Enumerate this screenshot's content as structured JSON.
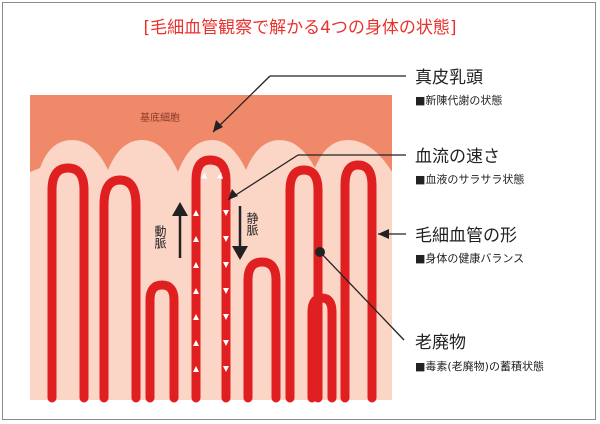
{
  "title": "[毛細血管観察で解かる4つの身体の状態]",
  "colors": {
    "title": "#e8322e",
    "epidermis": "#f0896a",
    "dermis": "#fbd5c5",
    "capillary": "#e02020",
    "text": "#222222"
  },
  "tissue": {
    "epidermis_label": "基底細胞",
    "vein_label": "静脈",
    "artery_label": "動脈"
  },
  "callouts": [
    {
      "heading": "真皮乳頭",
      "detail": "■新陳代謝の状態"
    },
    {
      "heading": "血流の速さ",
      "detail": "■血液のサラサラ状態"
    },
    {
      "heading": "毛細血管の形",
      "detail": "■身体の健康バランス"
    },
    {
      "heading": "老廃物",
      "detail": "■毒素(老廃物)の蓄積状態"
    }
  ]
}
